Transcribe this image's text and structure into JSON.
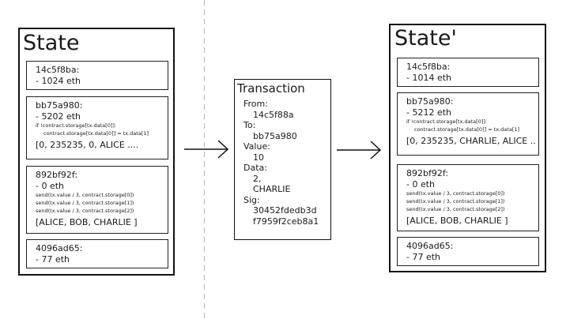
{
  "left_state": {
    "title": "State",
    "accounts": [
      {
        "address": "14c5f8ba:",
        "balance": "- 1024 eth"
      },
      {
        "address": "bb75a980:",
        "balance": "- 5202 eth",
        "code": [
          "if !contract.storage[tx.data[0]]:",
          "contract.storage[tx.data[0]] = tx.data[1]"
        ],
        "storage": "[0, 235235, 0, ALICE ...."
      },
      {
        "address": "892bf92f:",
        "balance": "- 0 eth",
        "code": [
          "send(tx.value / 3, contract.storage[0])",
          "send(tx.value / 3, contract.storage[1])",
          "send(tx.value / 3, contract.storage[2])"
        ],
        "storage": "[ALICE, BOB, CHARLIE ]"
      },
      {
        "address": "4096ad65:",
        "balance": "- 77 eth"
      }
    ]
  },
  "transaction": {
    "title": "Transaction",
    "lines": [
      {
        "text": "From:",
        "kind": "lbl"
      },
      {
        "text": "14c5f88a",
        "kind": "val"
      },
      {
        "text": "To:",
        "kind": "lbl"
      },
      {
        "text": "bb75a980",
        "kind": "val"
      },
      {
        "text": "Value:",
        "kind": "lbl"
      },
      {
        "text": "10",
        "kind": "val"
      },
      {
        "text": "Data:",
        "kind": "lbl"
      },
      {
        "text": "2,",
        "kind": "val"
      },
      {
        "text": "CHARLIE",
        "kind": "val"
      },
      {
        "text": "Sig:",
        "kind": "lbl"
      },
      {
        "text": "30452fdedb3d",
        "kind": "val"
      },
      {
        "text": "f7959f2ceb8a1",
        "kind": "val"
      }
    ]
  },
  "right_state": {
    "title": "State'",
    "accounts": [
      {
        "address": "14c5f8ba:",
        "balance": "- 1014 eth"
      },
      {
        "address": "bb75a980:",
        "balance": "- 5212 eth",
        "code": [
          "if !contract.storage[tx.data[0]]:",
          "contract.storage[tx.data[0]] = tx.data[1]"
        ],
        "storage": "[0, 235235, CHARLIE, ALICE .."
      },
      {
        "address": "892bf92f:",
        "balance": "- 0 eth",
        "code": [
          "send(tx.value / 3, contract.storage[0])",
          "send(tx.value / 3, contract.storage[1])",
          "send(tx.value / 3, contract.storage[2])"
        ],
        "storage": "[ALICE, BOB, CHARLIE ]"
      },
      {
        "address": "4096ad65:",
        "balance": "- 77 eth"
      }
    ]
  },
  "colors": {
    "stroke": "#111111",
    "divider": "#bbbbbb",
    "text": "#1a1a1a"
  }
}
